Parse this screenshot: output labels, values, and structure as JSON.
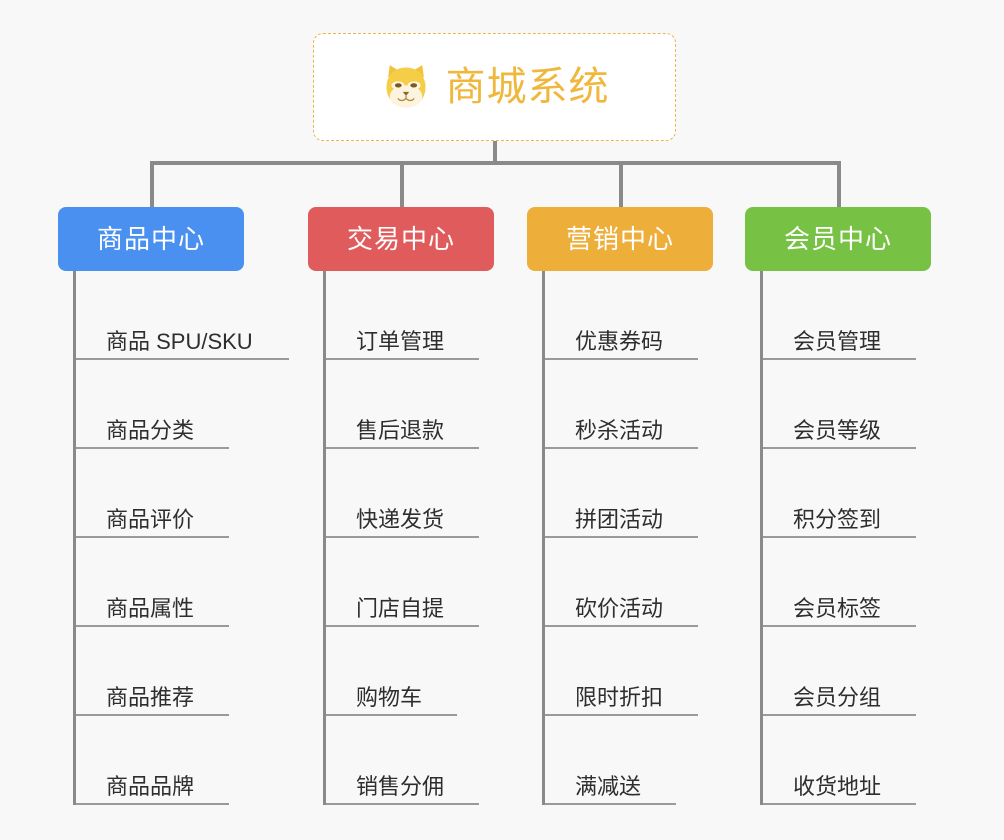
{
  "diagram": {
    "type": "mindmap-org-chart",
    "background_color": "#f8f8f8",
    "connector_color": "#8a8a8a",
    "underline_color": "#9a9a9a"
  },
  "root": {
    "title": "商城系统",
    "icon": "shiba-dog-emoji",
    "text_color": "#f0b73d",
    "border_color": "#eab54a",
    "background_color": "#ffffff"
  },
  "categories": [
    {
      "label": "商品中心",
      "color": "#4a90f0",
      "items": [
        "商品 SPU/SKU",
        "商品分类",
        "商品评价",
        "商品属性",
        "商品推荐",
        "商品品牌"
      ]
    },
    {
      "label": "交易中心",
      "color": "#e05c5c",
      "items": [
        "订单管理",
        "售后退款",
        "快递发货",
        "门店自提",
        "购物车",
        "销售分佣"
      ]
    },
    {
      "label": "营销中心",
      "color": "#eeae3a",
      "items": [
        "优惠券码",
        "秒杀活动",
        "拼团活动",
        "砍价活动",
        "限时折扣",
        "满减送"
      ]
    },
    {
      "label": "会员中心",
      "color": "#77c244",
      "items": [
        "会员管理",
        "会员等级",
        "积分签到",
        "会员标签",
        "会员分组",
        "收货地址"
      ]
    }
  ]
}
